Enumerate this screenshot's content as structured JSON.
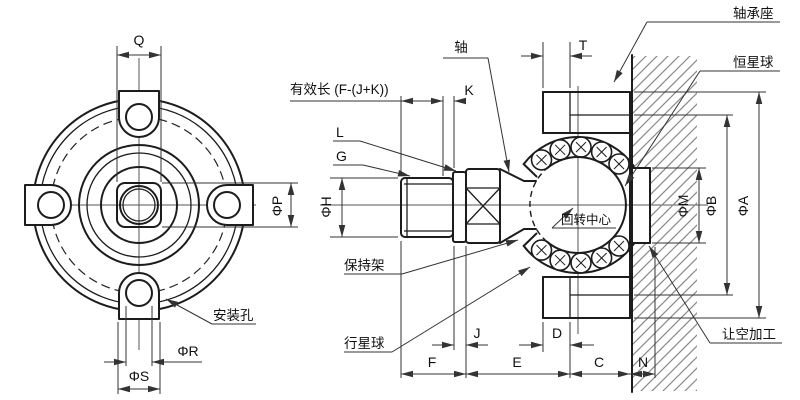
{
  "drawing_type": "mechanical engineering drawing - ball transfer unit, two views",
  "colors": {
    "line": "#1c1c1c",
    "thin_line": "#555555",
    "hatch": "#8a8a8a",
    "background": "#ffffff",
    "text": "#111111"
  },
  "front": {
    "q": "Q",
    "p": "ΦP",
    "r": "ΦR",
    "s": "ΦS",
    "mounting_hole": "安装孔"
  },
  "side": {
    "shaft": "轴",
    "effective_length": "有效长 (F-(J+K))",
    "k": "K",
    "l": "L",
    "g": "G",
    "h": "ΦH",
    "t": "T",
    "bearing_seat": "轴承座",
    "star_ball": "恒星球",
    "rotation_center": "回转中心",
    "cage": "保持架",
    "planet_ball": "行星球",
    "clearance": "让空加工",
    "m": "ΦM",
    "b": "ΦB",
    "a": "ΦA",
    "j": "J",
    "d": "D",
    "f": "F",
    "e": "E",
    "c": "C",
    "n": "N"
  }
}
